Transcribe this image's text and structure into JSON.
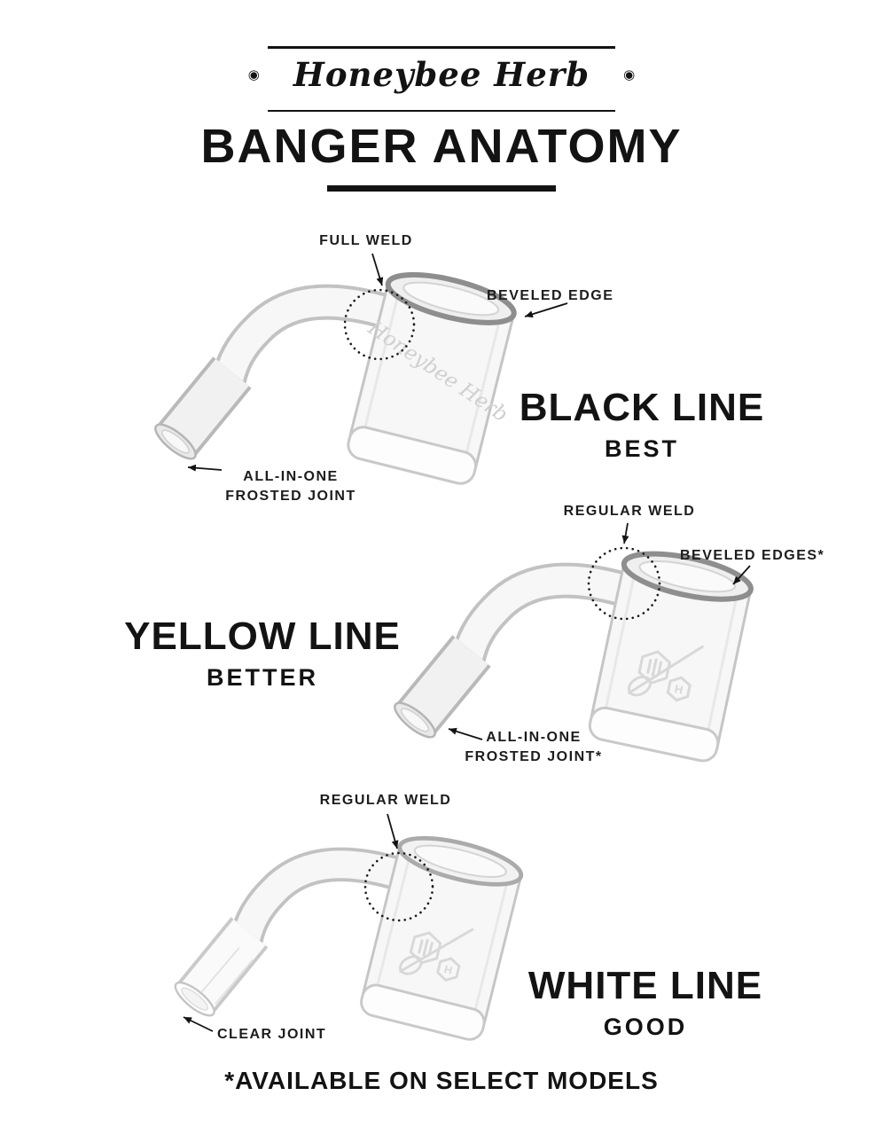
{
  "colors": {
    "ink": "#131313"
  },
  "header": {
    "brand": "Honeybee Herb",
    "ornament": "◉",
    "title": "BANGER ANATOMY"
  },
  "sections": [
    {
      "line": "BLACK LINE",
      "grade": "BEST",
      "etch": "Honeybee Herb",
      "labels": {
        "weld": "FULL WELD",
        "bevel": "BEVELED EDGE",
        "joint1": "ALL-IN-ONE",
        "joint2": "FROSTED JOINT"
      }
    },
    {
      "line": "YELLOW LINE",
      "grade": "BETTER",
      "labels": {
        "weld": "REGULAR WELD",
        "bevel": "BEVELED EDGES*",
        "joint1": "ALL-IN-ONE",
        "joint2": "FROSTED JOINT*"
      }
    },
    {
      "line": "WHITE LINE",
      "grade": "GOOD",
      "labels": {
        "weld": "REGULAR WELD",
        "joint": "CLEAR JOINT"
      }
    }
  ],
  "logo_letter": "H",
  "footer": "*AVAILABLE ON SELECT MODELS"
}
